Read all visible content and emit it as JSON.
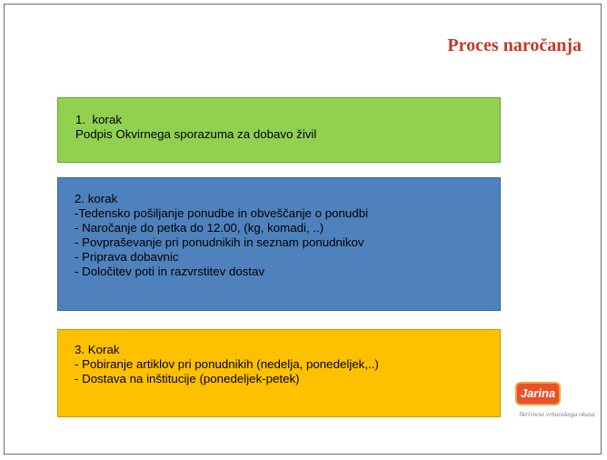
{
  "slide": {
    "title": "Proces naročanja",
    "title_color": "#c0392b",
    "steps": [
      {
        "color": "#92d050",
        "lines": [
          "1.  korak",
          "Podpis Okvirnega sporazuma za dobavo živil"
        ]
      },
      {
        "color": "#4f81bd",
        "lines": [
          "2. korak",
          "-Tedensko pošiljanje ponudbe in obveščanje o ponudbi",
          "- Naročanje do petka do 12.00, (kg, komadi, ..)",
          "- Povpraševanje pri ponudnikih in seznam ponudnikov",
          "- Priprava dobavnic",
          "- Določitev poti in razvrstitev dostav"
        ]
      },
      {
        "color": "#ffc000",
        "lines": [
          "3. Korak",
          "- Pobiranje artiklov pri ponudnikih (nedelja, ponedeljek,..)",
          "- Dostava na inštitucije (ponedeljek-petek)"
        ]
      }
    ],
    "logo": {
      "name": "Jarina",
      "slogan": "Skrivnost vrhunskega okusa",
      "badge_color": "#e8502a"
    }
  }
}
